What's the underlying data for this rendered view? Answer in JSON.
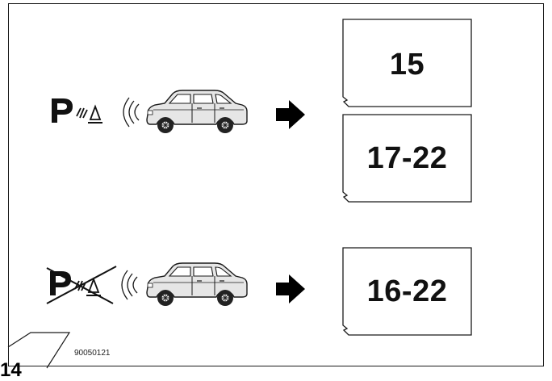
{
  "figure": {
    "code": "90050121",
    "corner_number": "14"
  },
  "rows": [
    {
      "sensor_state": "enabled",
      "symbol": "parking-sensor-symbol",
      "pages": [
        "15",
        "17-22"
      ]
    },
    {
      "sensor_state": "disabled",
      "symbol": "parking-sensor-symbol-crossed",
      "pages": [
        "16-22"
      ]
    }
  ],
  "colors": {
    "line": "#1a1a1a",
    "car_body": "#e6e6e6",
    "arrow": "#000000"
  }
}
